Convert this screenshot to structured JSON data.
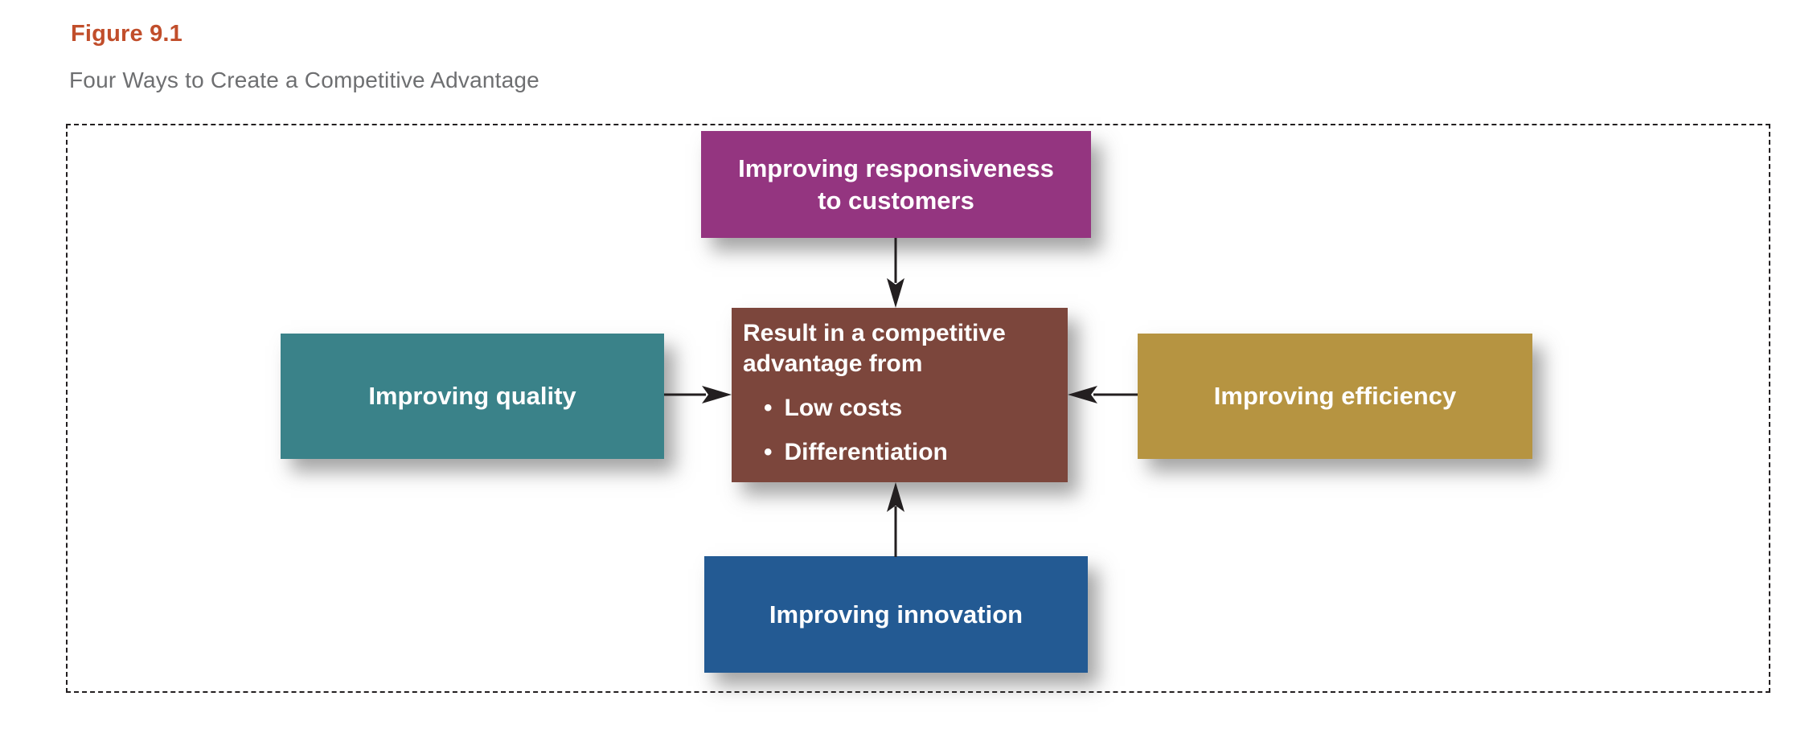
{
  "figure": {
    "label": "Figure 9.1",
    "title": "Four Ways to Create a Competitive Advantage"
  },
  "colors": {
    "figure_label": "#C14E2B",
    "figure_title": "#6E6F71",
    "frame_border": "#231F20",
    "arrow": "#231F20",
    "box_responsiveness": "#943580",
    "box_quality": "#3A8289",
    "box_efficiency": "#B69441",
    "box_innovation": "#235A93",
    "box_result": "#7C463C",
    "box_text": "#FFFFFF"
  },
  "diagram": {
    "responsiveness_box": {
      "lines": [
        "Improving responsiveness",
        "to customers"
      ]
    },
    "quality_box": {
      "label": "Improving quality"
    },
    "efficiency_box": {
      "label": "Improving efficiency"
    },
    "innovation_box": {
      "label": "Improving innovation"
    },
    "result_box": {
      "heading_lines": [
        "Result in a competitive",
        "advantage from"
      ],
      "bullet_glyph": "•",
      "bullets": [
        "Low costs",
        "Differentiation"
      ]
    }
  }
}
